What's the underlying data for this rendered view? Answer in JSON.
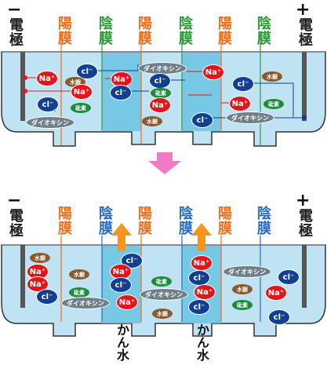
{
  "top_diagram": {
    "left_electrode": {
      "sign": "−",
      "label": "電極"
    },
    "right_electrode": {
      "sign": "+",
      "label": "電極"
    },
    "membranes": [
      {
        "label": "陽膜",
        "color": "#ef6e1d"
      },
      {
        "label": "陰膜",
        "color": "#2f9a3a"
      },
      {
        "label": "陽膜",
        "color": "#ef6e1d"
      },
      {
        "label": "陰膜",
        "color": "#2f9a3a"
      },
      {
        "label": "陽膜",
        "color": "#ef6e1d"
      },
      {
        "label": "陰膜",
        "color": "#2f9a3a"
      }
    ]
  },
  "bottom_diagram": {
    "left_electrode": {
      "sign": "−",
      "label": "電極"
    },
    "right_electrode": {
      "sign": "+",
      "label": "電極"
    },
    "membranes": [
      {
        "label": "陽膜",
        "color": "#ef6e1d"
      },
      {
        "label": "陰膜",
        "color": "#2a6cc3"
      },
      {
        "label": "陽膜",
        "color": "#ef6e1d"
      },
      {
        "label": "陰膜",
        "color": "#2a6cc3"
      },
      {
        "label": "陽膜",
        "color": "#ef6e1d"
      },
      {
        "label": "陰膜",
        "color": "#2a6cc3"
      }
    ],
    "outlet_left": "かん水",
    "outlet_right": "かん水"
  },
  "species": {
    "na": "Na⁺",
    "cl": "cl⁻",
    "hg": "水銀",
    "as": "砒素",
    "dx": "ダイオキシン"
  },
  "colors": {
    "water": "#bfe3f3",
    "water_dark": "#5dbfe0",
    "tank_border": "#333333",
    "arrow_pink": "#f07bc4",
    "arrow_orange": "#f5941f",
    "cation": "#e4141b",
    "anion": "#123f92"
  },
  "icons": [
    "down-arrow-icon",
    "up-arrow-icon"
  ]
}
